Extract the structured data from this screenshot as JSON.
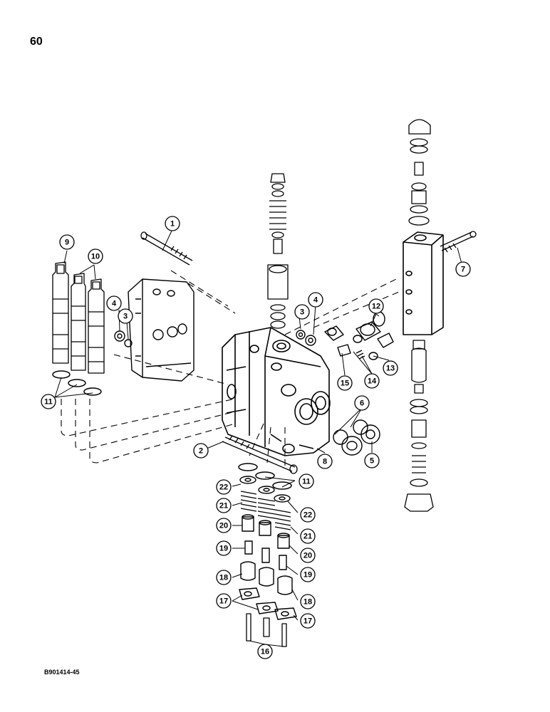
{
  "page": {
    "number": "60",
    "figure_code": "B901414-45"
  },
  "callouts": [
    {
      "label": "1"
    },
    {
      "label": "2"
    },
    {
      "label": "3"
    },
    {
      "label": "3"
    },
    {
      "label": "4"
    },
    {
      "label": "4"
    },
    {
      "label": "5"
    },
    {
      "label": "6"
    },
    {
      "label": "7"
    },
    {
      "label": "8"
    },
    {
      "label": "9"
    },
    {
      "label": "10"
    },
    {
      "label": "11"
    },
    {
      "label": "11"
    },
    {
      "label": "12"
    },
    {
      "label": "13"
    },
    {
      "label": "14"
    },
    {
      "label": "15"
    },
    {
      "label": "16"
    },
    {
      "label": "17"
    },
    {
      "label": "17"
    },
    {
      "label": "18"
    },
    {
      "label": "18"
    },
    {
      "label": "19"
    },
    {
      "label": "19"
    },
    {
      "label": "20"
    },
    {
      "label": "20"
    },
    {
      "label": "21"
    },
    {
      "label": "21"
    },
    {
      "label": "22"
    },
    {
      "label": "22"
    }
  ]
}
